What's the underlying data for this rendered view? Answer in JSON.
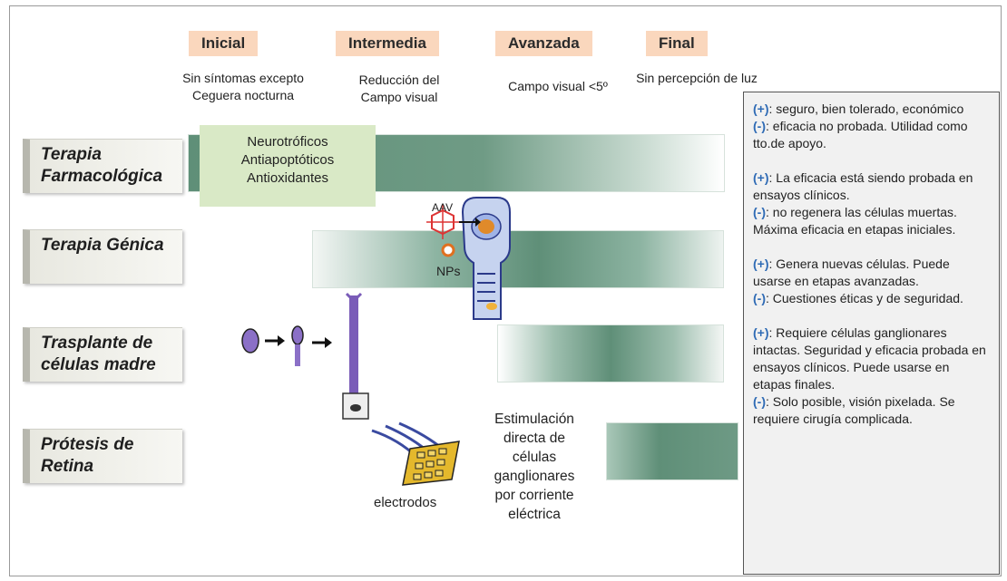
{
  "stages": [
    {
      "name": "Inicial",
      "desc": "Sin síntomas excepto Ceguera nocturna"
    },
    {
      "name": "Intermedia",
      "desc": "Reducción del Campo visual"
    },
    {
      "name": "Avanzada",
      "desc": "Campo visual <5º"
    },
    {
      "name": "Final",
      "desc": "Sin percepción de luz"
    }
  ],
  "therapies": [
    {
      "label": "Terapia Farmacológica"
    },
    {
      "label": "Terapia Génica"
    },
    {
      "label": "Trasplante de células madre"
    },
    {
      "label": "Prótesis de Retina"
    }
  ],
  "pharma_box": {
    "line1": "Neurotróficos",
    "line2": "Antiapoptóticos",
    "line3": "Antioxidantes"
  },
  "gene_labels": {
    "aav": "AAV",
    "nps": "NPs"
  },
  "prosthesis": {
    "electrodes": "electrodos",
    "stimulation": "Estimulación directa de células ganglionares por corriente eléctrica"
  },
  "side_notes": [
    {
      "pos": "(+)",
      "pos_text": ": seguro, bien tolerado, económico",
      "neg": "(-)",
      "neg_text": ": eficacia no probada. Utilidad como tto.de apoyo."
    },
    {
      "pos": "(+)",
      "pos_text": ": La eficacia  está siendo probada en ensayos clínicos.",
      "neg": "(-)",
      "neg_text": ": no regenera las células muertas. Máxima eficacia en etapas iniciales."
    },
    {
      "pos": "(+)",
      "pos_text": ": Genera nuevas células. Puede usarse en etapas avanzadas.",
      "neg": "(-)",
      "neg_text": ": Cuestiones éticas y de seguridad."
    },
    {
      "pos": "(+)",
      "pos_text": ": Requiere células ganglionares intactas. Seguridad y eficacia probada en ensayos clínicos. Puede usarse en etapas  finales.",
      "neg": "(-)",
      "neg_text": ": Solo posible, visión pixelada. Se requiere cirugía complicada."
    }
  ],
  "colors": {
    "stage_bg": "#fad7bd",
    "bar_green": "#5f8f78",
    "pharma_box": "#d9e9c6",
    "note_blue": "#2f6bb5"
  }
}
